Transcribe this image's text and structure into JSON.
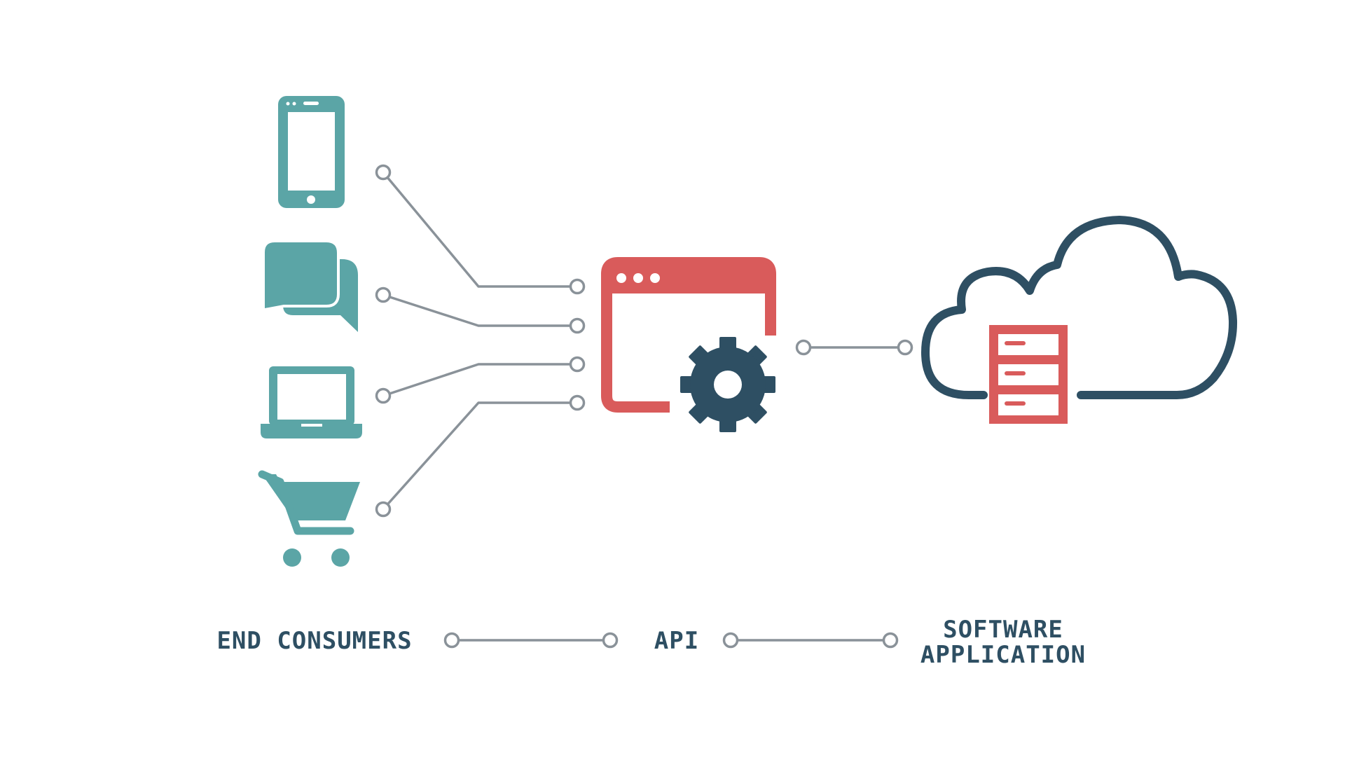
{
  "colors": {
    "consumer_icon": "#5ba5a6",
    "api_window": "#d95b5b",
    "gear": "#2e4f63",
    "cloud": "#2e4f63",
    "server": "#d95b5b",
    "connector": "#8a9299",
    "label_text": "#2e4f63",
    "background": "#ffffff"
  },
  "consumers": {
    "icons": [
      "smartphone-icon",
      "chat-bubbles-icon",
      "laptop-icon",
      "shopping-cart-icon"
    ]
  },
  "api": {
    "icons": [
      "browser-window-icon",
      "gear-icon"
    ]
  },
  "software": {
    "icons": [
      "cloud-icon",
      "server-rack-icon"
    ]
  },
  "labels": {
    "end_consumers": "END CONSUMERS",
    "api": "API",
    "software_line1": "SOFTWARE",
    "software_line2": "APPLICATION"
  }
}
